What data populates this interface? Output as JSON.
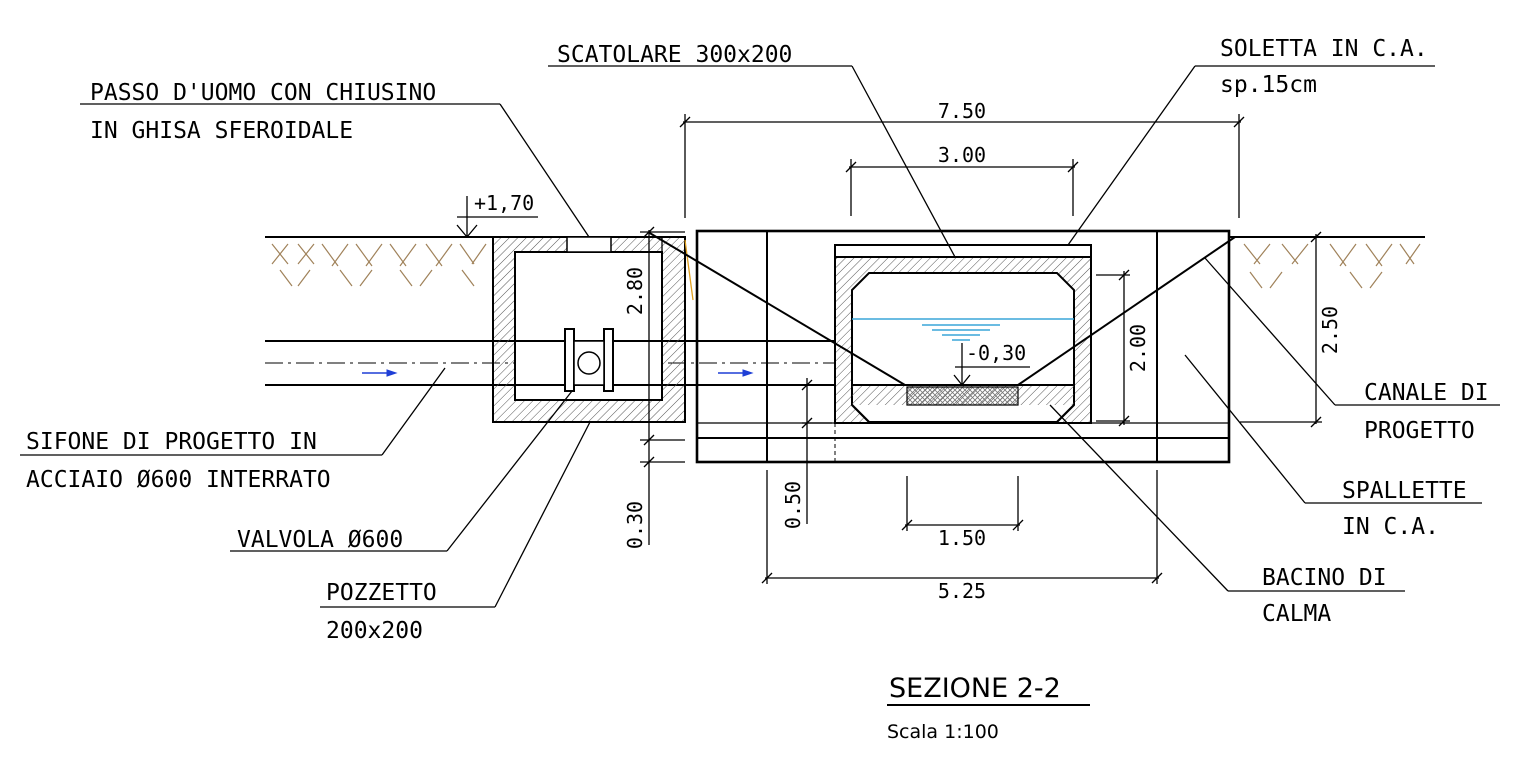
{
  "labels": {
    "passo_uomo_l1": "PASSO D'UOMO CON CHIUSINO",
    "passo_uomo_l2": "IN GHISA SFEROIDALE",
    "scatolare": "SCATOLARE 300x200",
    "soletta_l1": "SOLETTA IN C.A.",
    "soletta_l2": "sp.15cm",
    "sifone_l1": "SIFONE DI PROGETTO IN",
    "sifone_l2": "ACCIAIO Ø600 INTERRATO",
    "valvola": "VALVOLA Ø600",
    "pozzetto_l1": "POZZETTO",
    "pozzetto_l2": "200x200",
    "canale_l1": "CANALE DI",
    "canale_l2": "PROGETTO",
    "spallette_l1": "SPALLETTE",
    "spallette_l2": "IN C.A.",
    "bacino_l1": "BACINO DI",
    "bacino_l2": "CALMA"
  },
  "dimensions": {
    "overall_width": "7.50",
    "box_width": "3.00",
    "pit_depth": "2.80",
    "channel_height": "2.50",
    "box_height": "2.00",
    "bottom_offset": "0.30",
    "slab_thickness": "0.50",
    "basin_width": "1.50",
    "walls_width": "5.25"
  },
  "levels": {
    "ground": "+1,70",
    "water": "-0,30"
  },
  "title": {
    "name": "SEZIONE 2-2",
    "scale": "Scala 1:100"
  },
  "colors": {
    "line": "#000000",
    "soil": "#a0825a",
    "water": "#3aa6d8",
    "flow_arrow": "#1f3fd6",
    "highlight": "#e0a020"
  }
}
